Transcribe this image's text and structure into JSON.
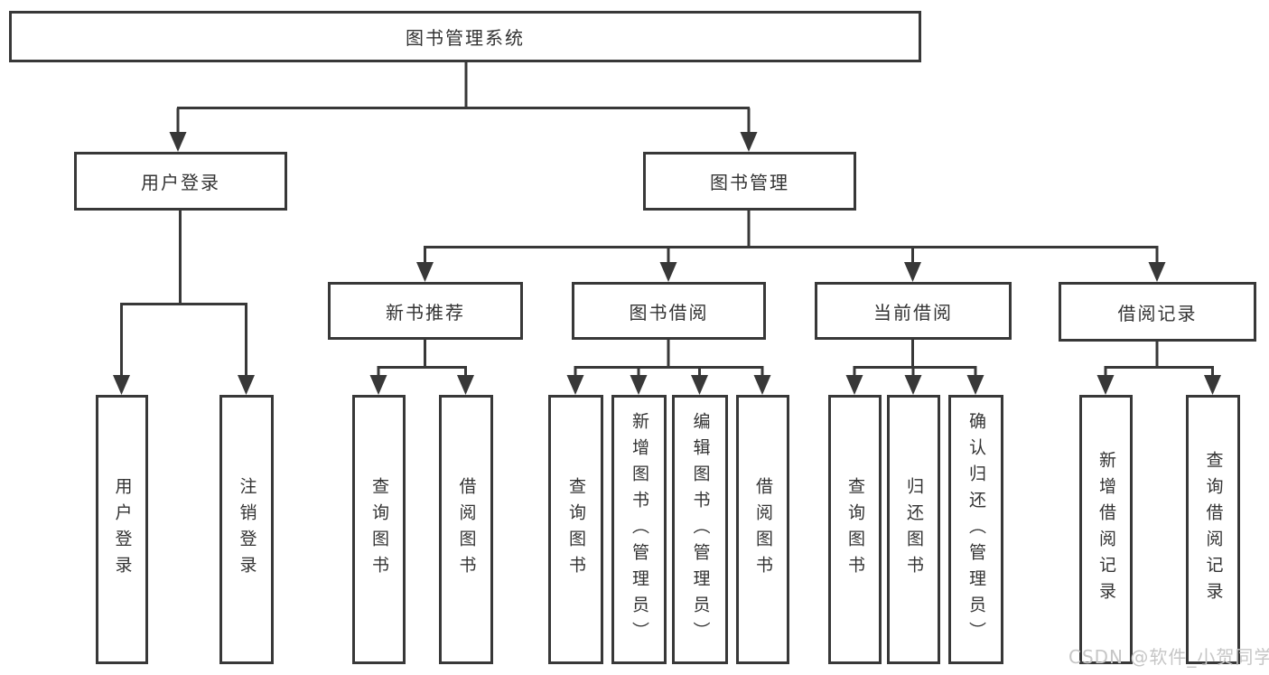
{
  "watermark": "CSDN @软件_小贺同学",
  "colors": {
    "line": "#383838",
    "text": "#333333",
    "box_background": "#ffffff",
    "watermark": "#c6c6c6"
  },
  "tree": {
    "root": {
      "label": "图书管理系统"
    },
    "branches": [
      {
        "label": "用户登录",
        "children": [
          {
            "label": "用户登录"
          },
          {
            "label": "注销登录"
          }
        ]
      },
      {
        "label": "图书管理",
        "children": [
          {
            "label": "新书推荐",
            "children": [
              {
                "label": "查询图书"
              },
              {
                "label": "借阅图书"
              }
            ]
          },
          {
            "label": "图书借阅",
            "children": [
              {
                "label": "查询图书"
              },
              {
                "label": "新增图书（管理员）"
              },
              {
                "label": "编辑图书（管理员）"
              },
              {
                "label": "借阅图书"
              }
            ]
          },
          {
            "label": "当前借阅",
            "children": [
              {
                "label": "查询图书"
              },
              {
                "label": "归还图书"
              },
              {
                "label": "确认归还（管理员）"
              }
            ]
          },
          {
            "label": "借阅记录",
            "children": [
              {
                "label": "新增借阅记录"
              },
              {
                "label": "查询借阅记录"
              }
            ]
          }
        ]
      }
    ]
  }
}
